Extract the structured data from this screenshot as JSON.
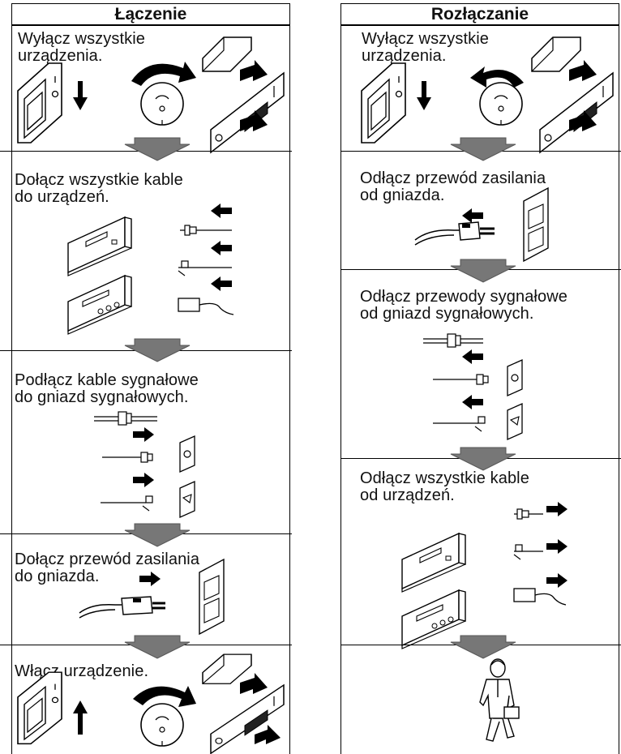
{
  "connect": {
    "title": "Łączenie",
    "steps": [
      "Wyłącz wszystkie\nurządzenia.",
      "Dołącz wszystkie kable\ndo urządzeń.",
      "Podłącz kable sygnałowe\ndo gniazd sygnałowych.",
      "Dołącz przewód zasilania\ndo gniazda.",
      "Włącz urządzenie."
    ]
  },
  "disconnect": {
    "title": "Rozłączanie",
    "steps": [
      "Wyłącz wszystkie\nurządzenia.",
      "Odłącz przewód zasilania\nod gniazda.",
      "Odłącz przewody sygnałowe\nod gniazd sygnałowych.",
      "Odłącz wszystkie kable\nod urządzeń."
    ]
  }
}
